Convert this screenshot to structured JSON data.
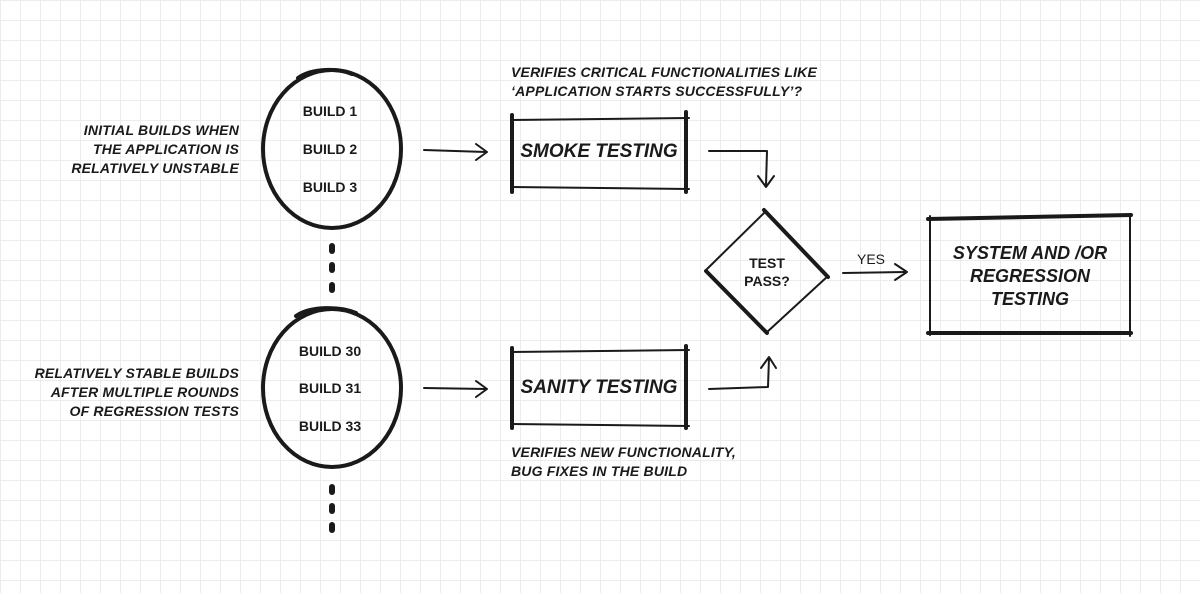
{
  "left_notes": {
    "unstable": [
      "INITIAL BUILDS WHEN",
      "THE APPLICATION IS",
      "RELATIVELY UNSTABLE"
    ],
    "stable": [
      "RELATIVELY STABLE BUILDS",
      "AFTER MULTIPLE ROUNDS",
      "OF REGRESSION TESTS"
    ]
  },
  "top_builds": [
    "BUILD 1",
    "BUILD 2",
    "BUILD 3"
  ],
  "bottom_builds": [
    "BUILD 30",
    "BUILD 31",
    "BUILD 33"
  ],
  "smoke": {
    "label": "SMOKE TESTING",
    "description": [
      "VERIFIES CRITICAL FUNCTIONALITIES LIKE",
      "‘APPLICATION STARTS SUCCESSFULLY’?"
    ]
  },
  "sanity": {
    "label": "SANITY TESTING",
    "description": [
      "VERIFIES NEW FUNCTIONALITY,",
      "BUG FIXES IN THE BUILD"
    ]
  },
  "decision": {
    "label": [
      "TEST",
      "PASS?"
    ],
    "yes_label": "YES"
  },
  "system": {
    "label": [
      "SYSTEM AND /OR",
      "REGRESSION",
      "TESTING"
    ]
  },
  "colors": {
    "ink": "#1a1a1a",
    "grid": "#ececec",
    "background": "#ffffff"
  }
}
